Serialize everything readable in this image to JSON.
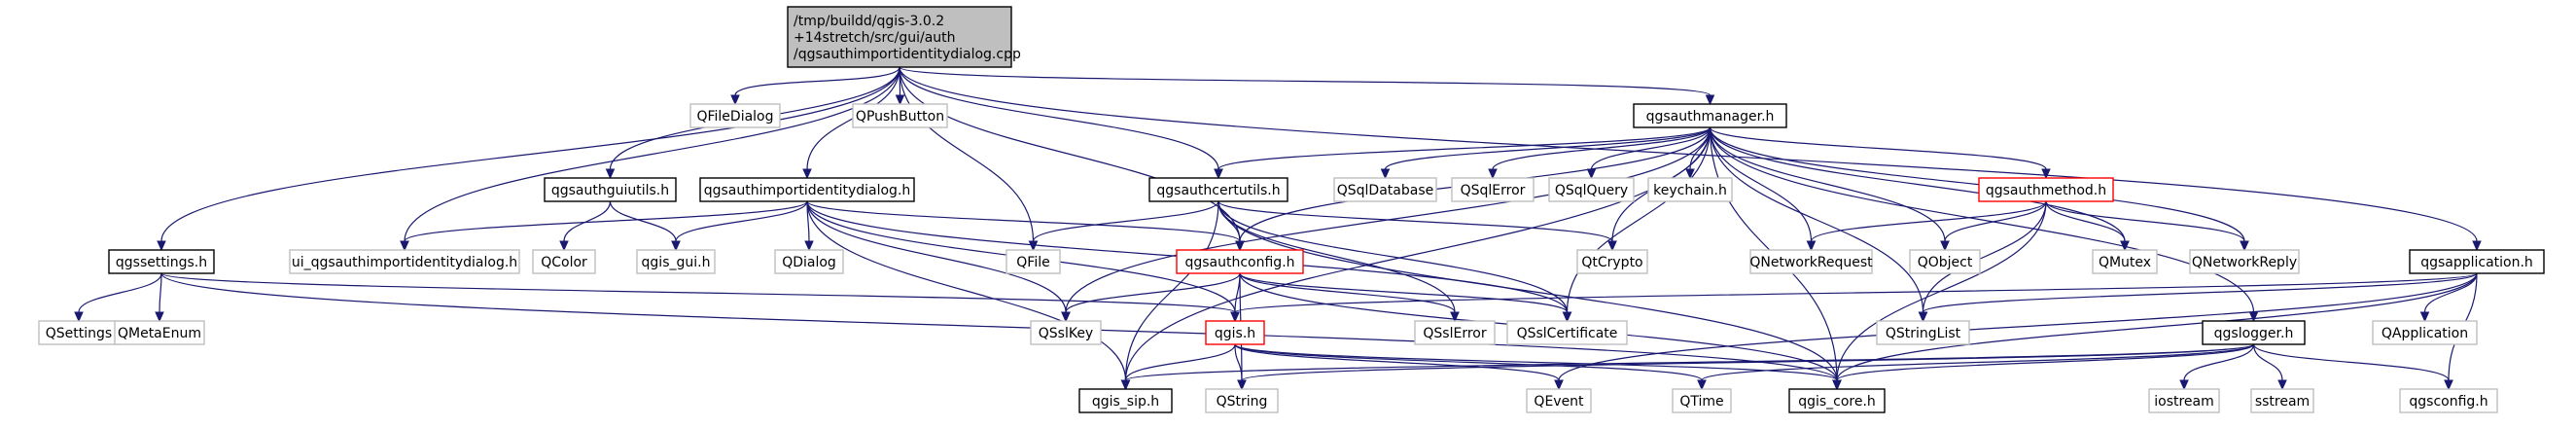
{
  "colors": {
    "edge": "#191970",
    "root_fill": "#bfbfbf",
    "plain_border": "#000000",
    "external_border": "#bfbfbf",
    "truncated_border": "#ff0000"
  },
  "nodes": [
    {
      "id": "root",
      "lines": [
        "/tmp/buildd/qgis-3.0.2",
        "+14stretch/src/gui/auth",
        "/qgsauthimportidentitydialog.cpp"
      ],
      "kind": "root"
    },
    {
      "id": "qfiledialog",
      "lines": [
        "QFileDialog"
      ],
      "kind": "external"
    },
    {
      "id": "qpushbutton",
      "lines": [
        "QPushButton"
      ],
      "kind": "external"
    },
    {
      "id": "qgsauthmanager",
      "lines": [
        "qgsauthmanager.h"
      ],
      "kind": "plain"
    },
    {
      "id": "qgsauthguiutils",
      "lines": [
        "qgsauthguiutils.h"
      ],
      "kind": "plain"
    },
    {
      "id": "qgsauthimportidentitydialog",
      "lines": [
        "qgsauthimportidentitydialog.h"
      ],
      "kind": "plain"
    },
    {
      "id": "qgsauthcertutils",
      "lines": [
        "qgsauthcertutils.h"
      ],
      "kind": "plain"
    },
    {
      "id": "qsqldatabase",
      "lines": [
        "QSqlDatabase"
      ],
      "kind": "external"
    },
    {
      "id": "qsqlerror",
      "lines": [
        "QSqlError"
      ],
      "kind": "external"
    },
    {
      "id": "qsqlquery",
      "lines": [
        "QSqlQuery"
      ],
      "kind": "external"
    },
    {
      "id": "keychain",
      "lines": [
        "keychain.h"
      ],
      "kind": "external"
    },
    {
      "id": "qgsauthmethod",
      "lines": [
        "qgsauthmethod.h"
      ],
      "kind": "truncated"
    },
    {
      "id": "qgssettings",
      "lines": [
        "qgssettings.h"
      ],
      "kind": "plain"
    },
    {
      "id": "ui_dialog",
      "lines": [
        "ui_qgsauthimportidentitydialog.h"
      ],
      "kind": "external"
    },
    {
      "id": "qcolor",
      "lines": [
        "QColor"
      ],
      "kind": "external"
    },
    {
      "id": "qgis_gui",
      "lines": [
        "qgis_gui.h"
      ],
      "kind": "external"
    },
    {
      "id": "qdialog",
      "lines": [
        "QDialog"
      ],
      "kind": "external"
    },
    {
      "id": "qfile",
      "lines": [
        "QFile"
      ],
      "kind": "external"
    },
    {
      "id": "qgsauthconfig",
      "lines": [
        "qgsauthconfig.h"
      ],
      "kind": "truncated"
    },
    {
      "id": "qtcrypto",
      "lines": [
        "QtCrypto"
      ],
      "kind": "external"
    },
    {
      "id": "qnetworkrequest",
      "lines": [
        "QNetworkRequest"
      ],
      "kind": "external"
    },
    {
      "id": "qobject",
      "lines": [
        "QObject"
      ],
      "kind": "external"
    },
    {
      "id": "qmutex",
      "lines": [
        "QMutex"
      ],
      "kind": "external"
    },
    {
      "id": "qnetworkreply",
      "lines": [
        "QNetworkReply"
      ],
      "kind": "external"
    },
    {
      "id": "qgsapplication",
      "lines": [
        "qgsapplication.h"
      ],
      "kind": "plain"
    },
    {
      "id": "qsettings",
      "lines": [
        "QSettings"
      ],
      "kind": "external"
    },
    {
      "id": "qmetaenum",
      "lines": [
        "QMetaEnum"
      ],
      "kind": "external"
    },
    {
      "id": "qsslkey",
      "lines": [
        "QSslKey"
      ],
      "kind": "external"
    },
    {
      "id": "qgis",
      "lines": [
        "qgis.h"
      ],
      "kind": "truncated"
    },
    {
      "id": "qsslerror",
      "lines": [
        "QSslError"
      ],
      "kind": "external"
    },
    {
      "id": "qsslcertificate",
      "lines": [
        "QSslCertificate"
      ],
      "kind": "external"
    },
    {
      "id": "qstringlist",
      "lines": [
        "QStringList"
      ],
      "kind": "external"
    },
    {
      "id": "qgslogger",
      "lines": [
        "qgslogger.h"
      ],
      "kind": "plain"
    },
    {
      "id": "qapplication",
      "lines": [
        "QApplication"
      ],
      "kind": "external"
    },
    {
      "id": "qgis_sip",
      "lines": [
        "qgis_sip.h"
      ],
      "kind": "plain"
    },
    {
      "id": "qstring",
      "lines": [
        "QString"
      ],
      "kind": "external"
    },
    {
      "id": "qevent",
      "lines": [
        "QEvent"
      ],
      "kind": "external"
    },
    {
      "id": "qtime",
      "lines": [
        "QTime"
      ],
      "kind": "external"
    },
    {
      "id": "qgis_core",
      "lines": [
        "qgis_core.h"
      ],
      "kind": "plain"
    },
    {
      "id": "iostream",
      "lines": [
        "iostream"
      ],
      "kind": "external"
    },
    {
      "id": "sstream",
      "lines": [
        "sstream"
      ],
      "kind": "external"
    },
    {
      "id": "qgsconfig",
      "lines": [
        "qgsconfig.h"
      ],
      "kind": "external"
    }
  ],
  "edges": [
    [
      "root",
      "qfiledialog"
    ],
    [
      "root",
      "qpushbutton"
    ],
    [
      "root",
      "qgsauthmanager"
    ],
    [
      "root",
      "qgsauthguiutils"
    ],
    [
      "root",
      "qgsauthimportidentitydialog"
    ],
    [
      "root",
      "qgsauthcertutils"
    ],
    [
      "root",
      "qgsauthconfig"
    ],
    [
      "root",
      "qfile"
    ],
    [
      "root",
      "ui_dialog"
    ],
    [
      "root",
      "qgssettings"
    ],
    [
      "root",
      "qgsapplication"
    ],
    [
      "qgsauthmanager",
      "qgsauthcertutils"
    ],
    [
      "qgsauthmanager",
      "qsqldatabase"
    ],
    [
      "qgsauthmanager",
      "qsqlerror"
    ],
    [
      "qgsauthmanager",
      "qsqlquery"
    ],
    [
      "qgsauthmanager",
      "keychain"
    ],
    [
      "qgsauthmanager",
      "qgsauthmethod"
    ],
    [
      "qgsauthmanager",
      "qgsauthconfig"
    ],
    [
      "qgsauthmanager",
      "qtcrypto"
    ],
    [
      "qgsauthmanager",
      "qnetworkrequest"
    ],
    [
      "qgsauthmanager",
      "qobject"
    ],
    [
      "qgsauthmanager",
      "qmutex"
    ],
    [
      "qgsauthmanager",
      "qnetworkreply"
    ],
    [
      "qgsauthmanager",
      "qstringlist"
    ],
    [
      "qgsauthmanager",
      "qsslkey"
    ],
    [
      "qgsauthmanager",
      "qsslcertificate"
    ],
    [
      "qgsauthmanager",
      "qgis_sip"
    ],
    [
      "qgsauthmanager",
      "qgis_core"
    ],
    [
      "qgsauthguiutils",
      "qcolor"
    ],
    [
      "qgsauthguiutils",
      "qgis_gui"
    ],
    [
      "qgsauthimportidentitydialog",
      "ui_dialog"
    ],
    [
      "qgsauthimportidentitydialog",
      "qgis_gui"
    ],
    [
      "qgsauthimportidentitydialog",
      "qdialog"
    ],
    [
      "qgsauthimportidentitydialog",
      "qgsauthconfig"
    ],
    [
      "qgsauthimportidentitydialog",
      "qsslkey"
    ],
    [
      "qgsauthimportidentitydialog",
      "qgis"
    ],
    [
      "qgsauthimportidentitydialog",
      "qgis_sip"
    ],
    [
      "qgsauthimportidentitydialog",
      "qsslcertificate"
    ],
    [
      "qgsauthcertutils",
      "qfile"
    ],
    [
      "qgsauthcertutils",
      "qgsauthconfig"
    ],
    [
      "qgsauthcertutils",
      "qtcrypto"
    ],
    [
      "qgsauthcertutils",
      "qsslerror"
    ],
    [
      "qgsauthcertutils",
      "qsslcertificate"
    ],
    [
      "qgsauthcertutils",
      "qgis_sip"
    ],
    [
      "qgsauthcertutils",
      "qgis_core"
    ],
    [
      "qgsauthmethod",
      "qnetworkrequest"
    ],
    [
      "qgsauthmethod",
      "qobject"
    ],
    [
      "qgsauthmethod",
      "qmutex"
    ],
    [
      "qgsauthmethod",
      "qnetworkreply"
    ],
    [
      "qgsauthmethod",
      "qstringlist"
    ],
    [
      "qgsauthmethod",
      "qgis_core"
    ],
    [
      "qgsauthconfig",
      "qsslkey"
    ],
    [
      "qgsauthconfig",
      "qgis"
    ],
    [
      "qgsauthconfig",
      "qsslerror"
    ],
    [
      "qgsauthconfig",
      "qsslcertificate"
    ],
    [
      "qgsauthconfig",
      "qstring"
    ],
    [
      "qgsauthconfig",
      "qgis_core"
    ],
    [
      "qgssettings",
      "qsettings"
    ],
    [
      "qgssettings",
      "qmetaenum"
    ],
    [
      "qgssettings",
      "qgis"
    ],
    [
      "qgssettings",
      "qgis_core"
    ],
    [
      "qgis",
      "qgis_sip"
    ],
    [
      "qgis",
      "qstring"
    ],
    [
      "qgis",
      "qevent"
    ],
    [
      "qgis",
      "qtime"
    ],
    [
      "qgis",
      "qgis_core"
    ],
    [
      "qgsapplication",
      "qgis"
    ],
    [
      "qgsapplication",
      "qapplication"
    ],
    [
      "qgsapplication",
      "qstringlist"
    ],
    [
      "qgsapplication",
      "qevent"
    ],
    [
      "qgsapplication",
      "qgis_core"
    ],
    [
      "qgsapplication",
      "qgsconfig"
    ],
    [
      "qgslogger",
      "qgis_sip"
    ],
    [
      "qgslogger",
      "qstring"
    ],
    [
      "qgslogger",
      "qtime"
    ],
    [
      "qgslogger",
      "qgis_core"
    ],
    [
      "qgslogger",
      "iostream"
    ],
    [
      "qgslogger",
      "sstream"
    ],
    [
      "qgslogger",
      "qgsconfig"
    ],
    [
      "qgsauthmanager",
      "qgslogger"
    ]
  ]
}
